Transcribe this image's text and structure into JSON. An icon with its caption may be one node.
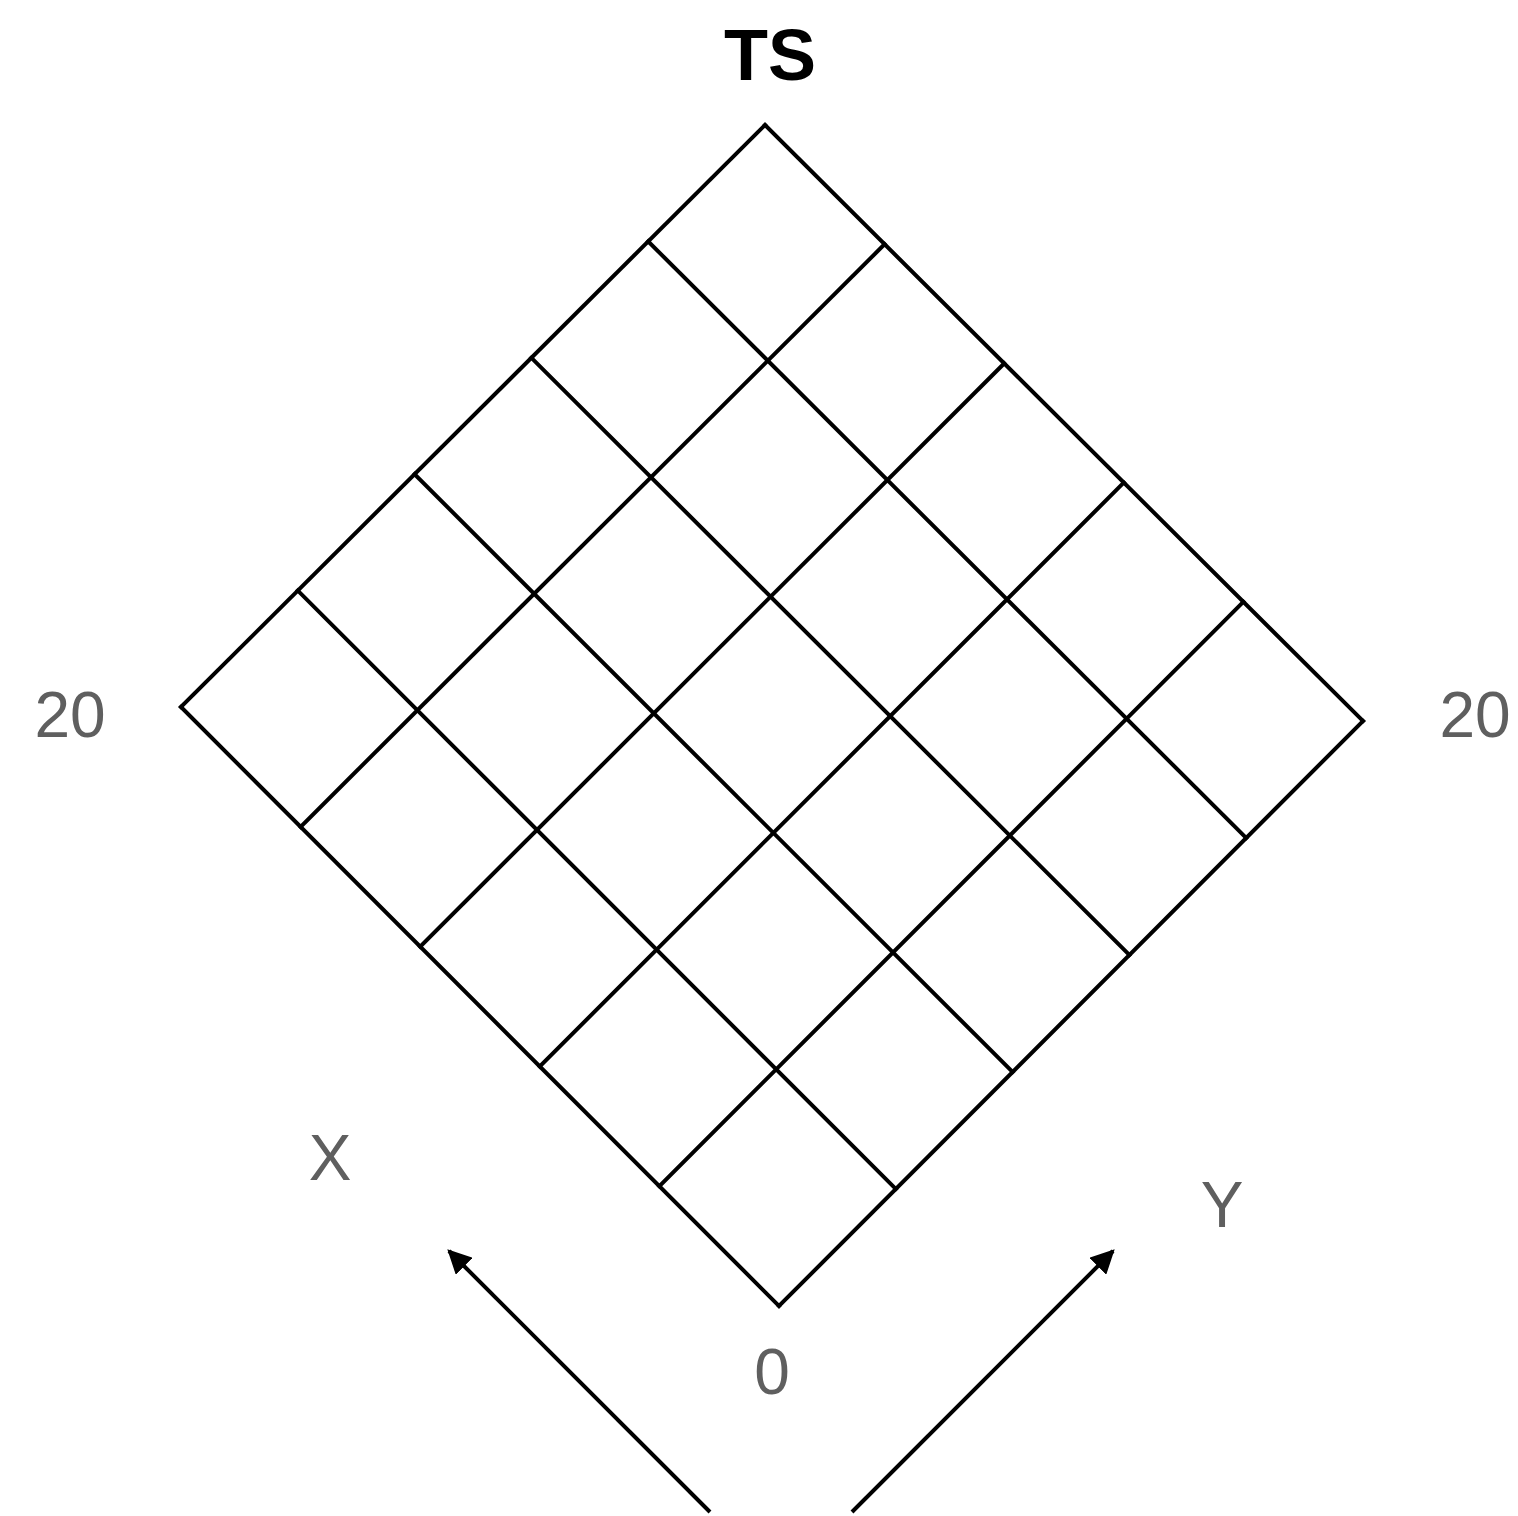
{
  "diagram": {
    "title": "TS",
    "labels": [
      "20",
      "20",
      "X",
      "Y",
      "0"
    ]
  }
}
